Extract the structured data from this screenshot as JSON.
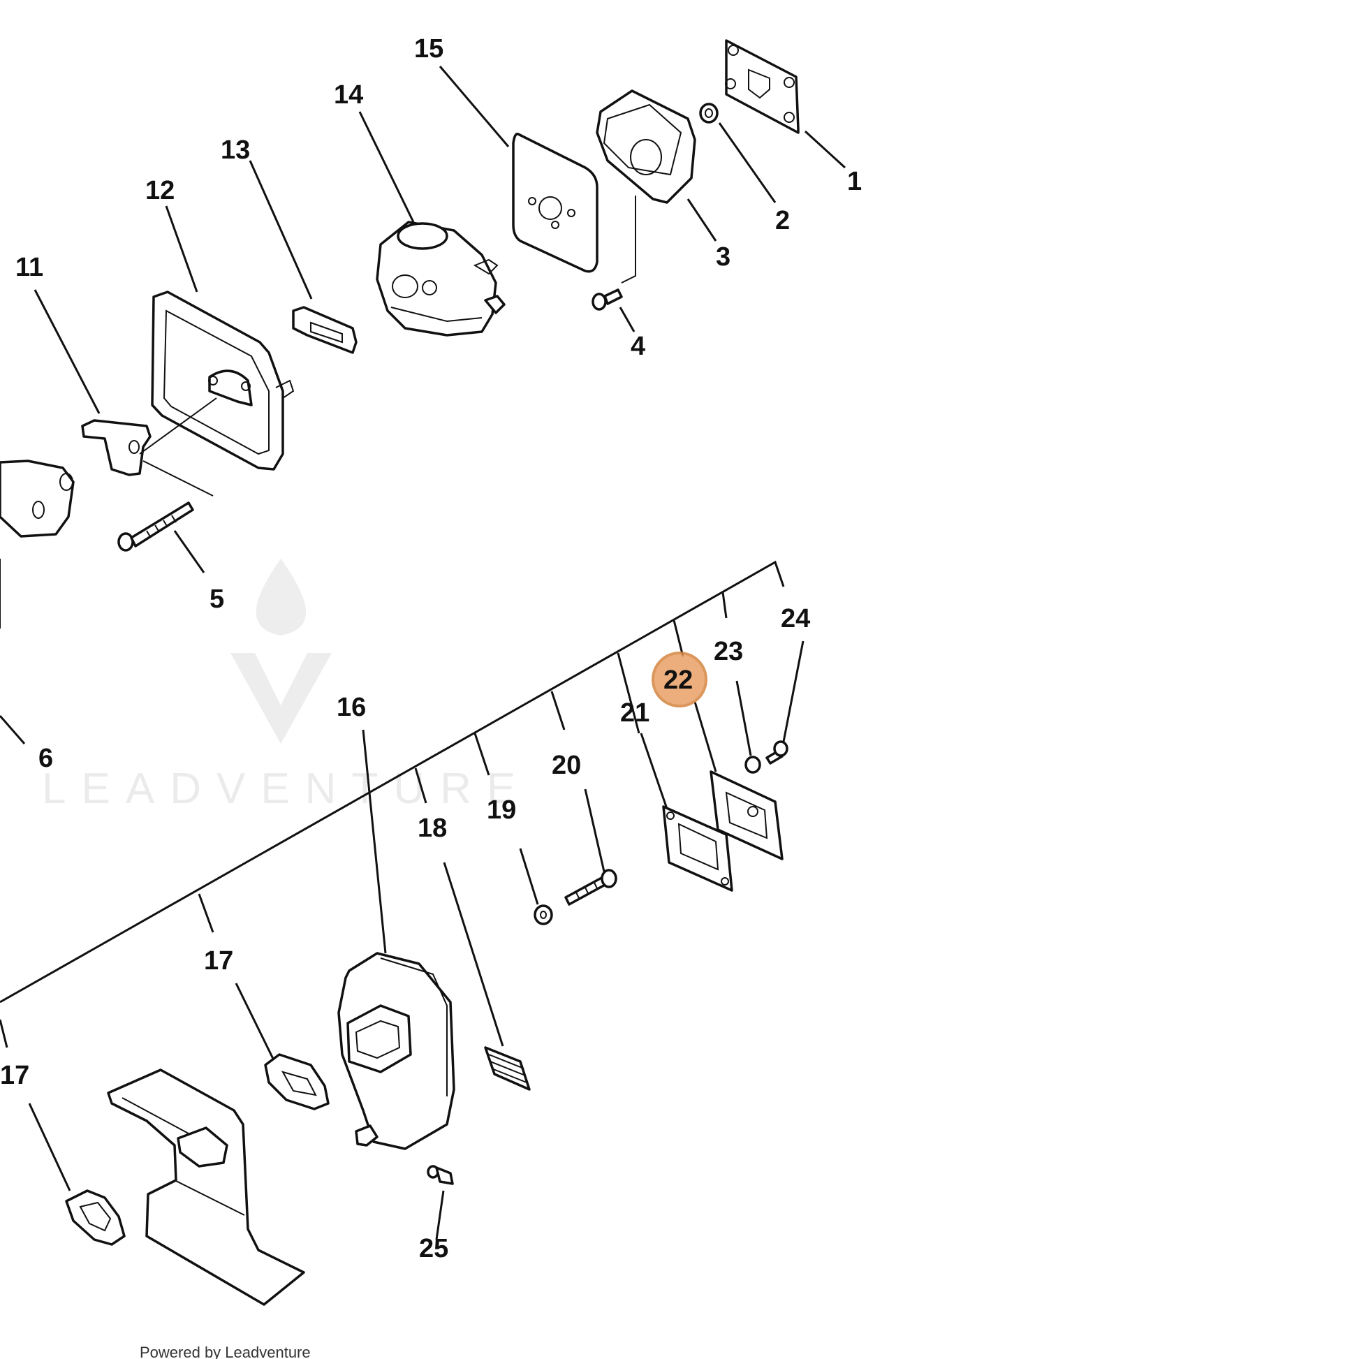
{
  "callouts": {
    "c1": "1",
    "c2": "2",
    "c3": "3",
    "c4": "4",
    "c5": "5",
    "c6": "6",
    "c11": "11",
    "c12": "12",
    "c13": "13",
    "c14": "14",
    "c15": "15",
    "c16": "16",
    "c17a": "17",
    "c17b": "17",
    "c18": "18",
    "c19": "19",
    "c20": "20",
    "c21": "21",
    "c22": "22",
    "c23": "23",
    "c24": "24",
    "c25": "25"
  },
  "highlight": {
    "label": "22",
    "color": "#e8a066",
    "ring": "#d5843f"
  },
  "watermark": {
    "brand": "LEADVENTURE"
  },
  "credit": "Powered by Leadventure"
}
